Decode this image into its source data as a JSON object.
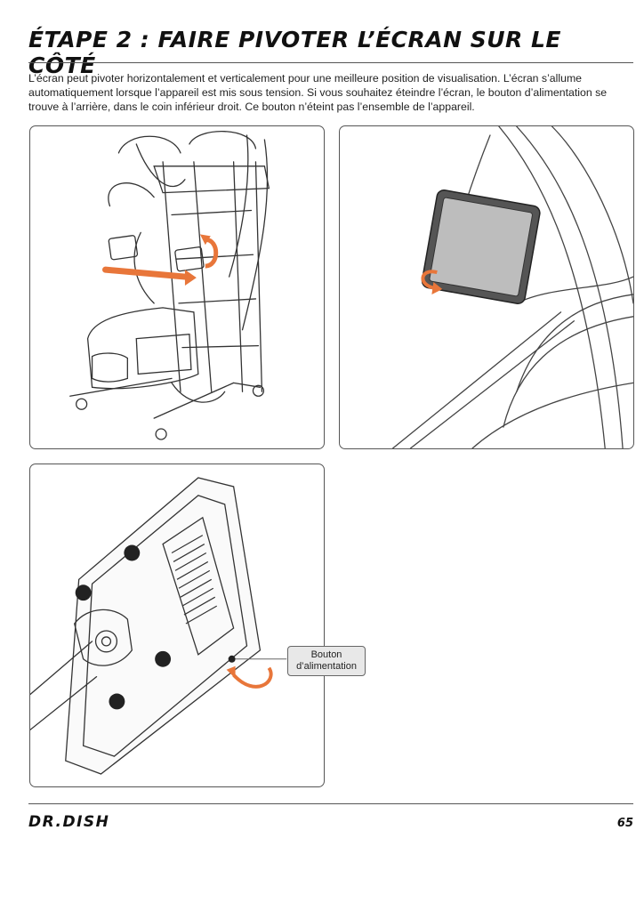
{
  "header": {
    "title": "ÉTAPE 2 : FAIRE PIVOTER L’ÉCRAN SUR LE CÔTÉ"
  },
  "intro": {
    "text": "L’écran peut pivoter horizontalement et verticalement pour une meilleure position de visualisation. L’écran s’allume automatiquement lorsque l’appareil est mis sous tension. Si vous souhaitez éteindre l’écran, le bouton d’alimentation se trouve à l’arrière, dans le coin inférieur droit. Ce bouton n’éteint pas l’ensemble de l’appareil."
  },
  "figures": {
    "callout_power_button": "Bouton d’alimentation"
  },
  "footer": {
    "logo": "DR.DISH",
    "page_number": "65"
  },
  "colors": {
    "accent_arrow": "#e8763a",
    "rule": "#555555"
  }
}
